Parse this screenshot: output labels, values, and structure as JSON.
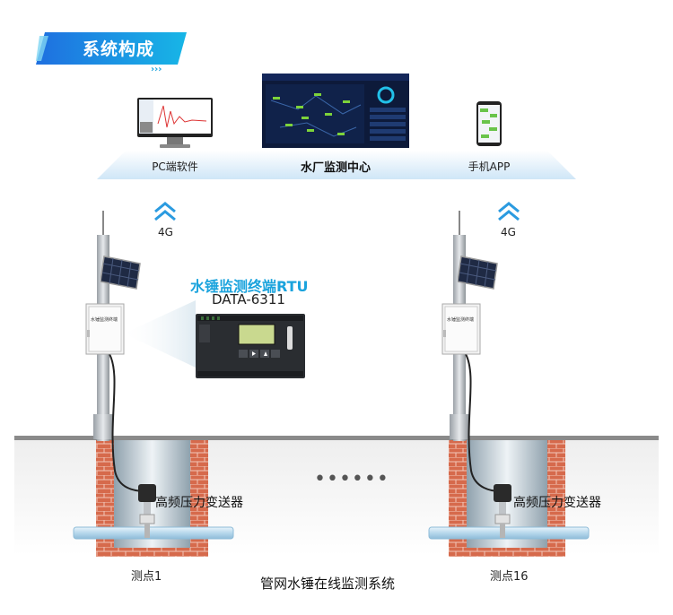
{
  "header": {
    "title": "系统构成"
  },
  "clients": {
    "pc_label": "PC端软件",
    "center_label": "水厂监测中心",
    "app_label": "手机APP"
  },
  "network": {
    "left": "4G",
    "right": "4G"
  },
  "rtu": {
    "title": "水锤监测终端RTU",
    "model": "DATA-6311",
    "box_label": "水锤监测终端"
  },
  "sensors": {
    "left_label": "高频压力变送器",
    "right_label": "高频压力变送器"
  },
  "points": {
    "left": "测点1",
    "right": "测点16"
  },
  "ellipsis": "••••••",
  "footer": {
    "system_name": "管网水锤在线监测系统"
  },
  "colors": {
    "accent": "#1aa3dd",
    "brick": "#d2694a",
    "pipe": "#c8e2f2",
    "ground": "#8a8a8a"
  }
}
